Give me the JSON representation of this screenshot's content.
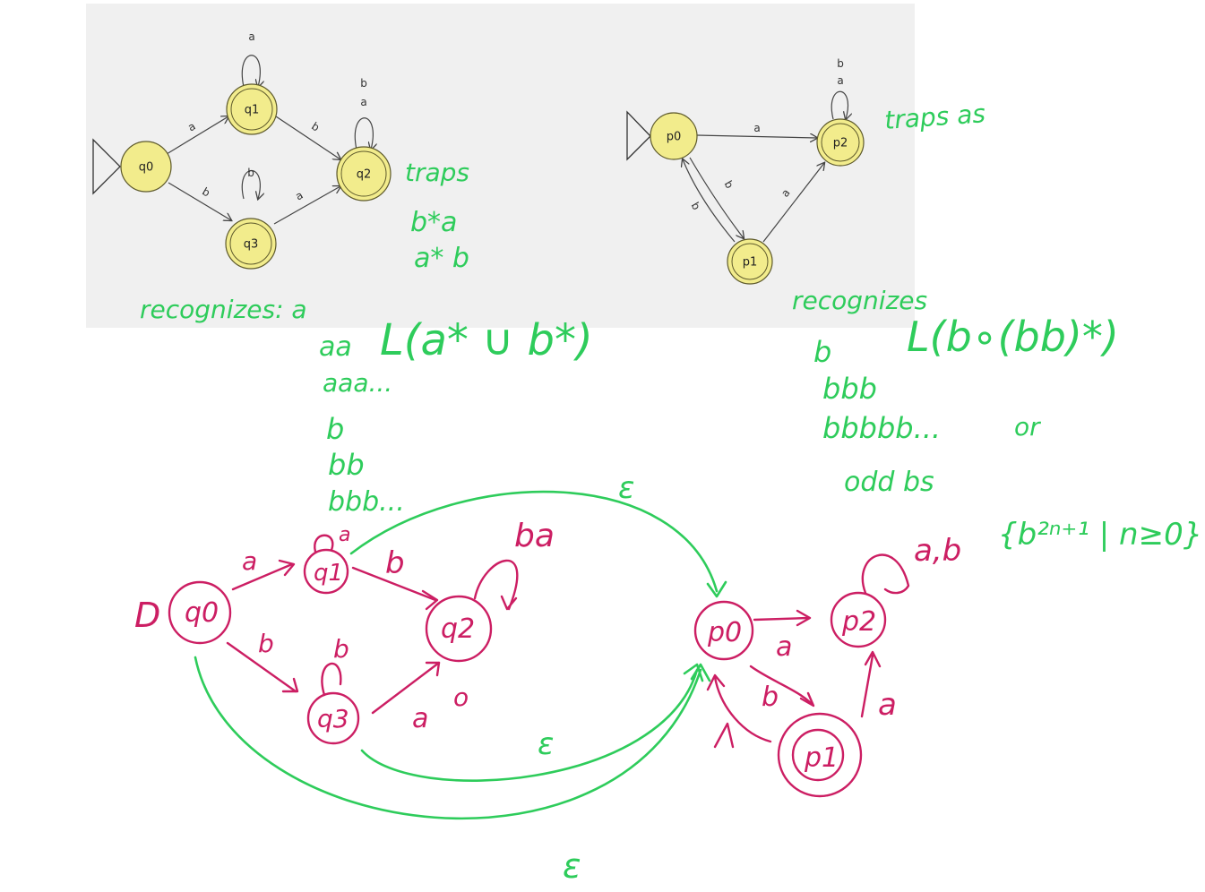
{
  "top_left_dfa": {
    "states": {
      "q0": "q0",
      "q1": "q1",
      "q2": "q2",
      "q3": "q3"
    },
    "labels": {
      "q0_q1": "a",
      "q0_q3": "b",
      "q1_q2": "b",
      "q3_q2": "a",
      "q1_self": "a",
      "q3_self": "b",
      "q2_self_b": "b",
      "q2_self_a": "a"
    }
  },
  "top_right_dfa": {
    "states": {
      "p0": "p0",
      "p1": "p1",
      "p2": "p2"
    },
    "labels": {
      "p0_p2": "a",
      "p1_p2": "a",
      "p0_p1": "b",
      "p1_p0": "b",
      "p2_self_b": "b",
      "p2_self_a": "a"
    }
  },
  "notes_green": {
    "traps": "traps",
    "traps_b_star_a": "b*a",
    "traps_a_star_b": "a* b",
    "traps_as": "traps as",
    "recognizes_left": "recognizes: a",
    "left_lines": [
      "aa",
      "aaa...",
      "b",
      "bb",
      "bbb..."
    ],
    "left_lang": "L(a* ∪ b*)",
    "recognizes_right": "recognizes",
    "right_lang": "L(b∘(bb)*)",
    "right_lines": [
      "b",
      "bbb",
      "bbbbb...",
      "odd bs"
    ],
    "or": "or",
    "set_notation": "{b²ⁿ⁺¹ | n≥0}",
    "eps_top": "ε",
    "eps_mid": "ε",
    "eps_bottom": "ε"
  },
  "notes_pink": {
    "start": "D",
    "q0": "q0",
    "q1": "q1",
    "q2": "q2",
    "q3": "q3",
    "p0": "p0",
    "p1": "p1",
    "p2": "p2",
    "a_q0q1": "a",
    "b_q0q3": "b",
    "b_q1q2": "b",
    "b_q3self": "b",
    "a_q1self": "a",
    "ba_q2self": "ba",
    "a_q3q2": "a",
    "o_note": "o",
    "a_p0p2": "a",
    "b_p0p1": "b",
    "a_p1p2": "a",
    "ab_p2self": "a,b"
  }
}
